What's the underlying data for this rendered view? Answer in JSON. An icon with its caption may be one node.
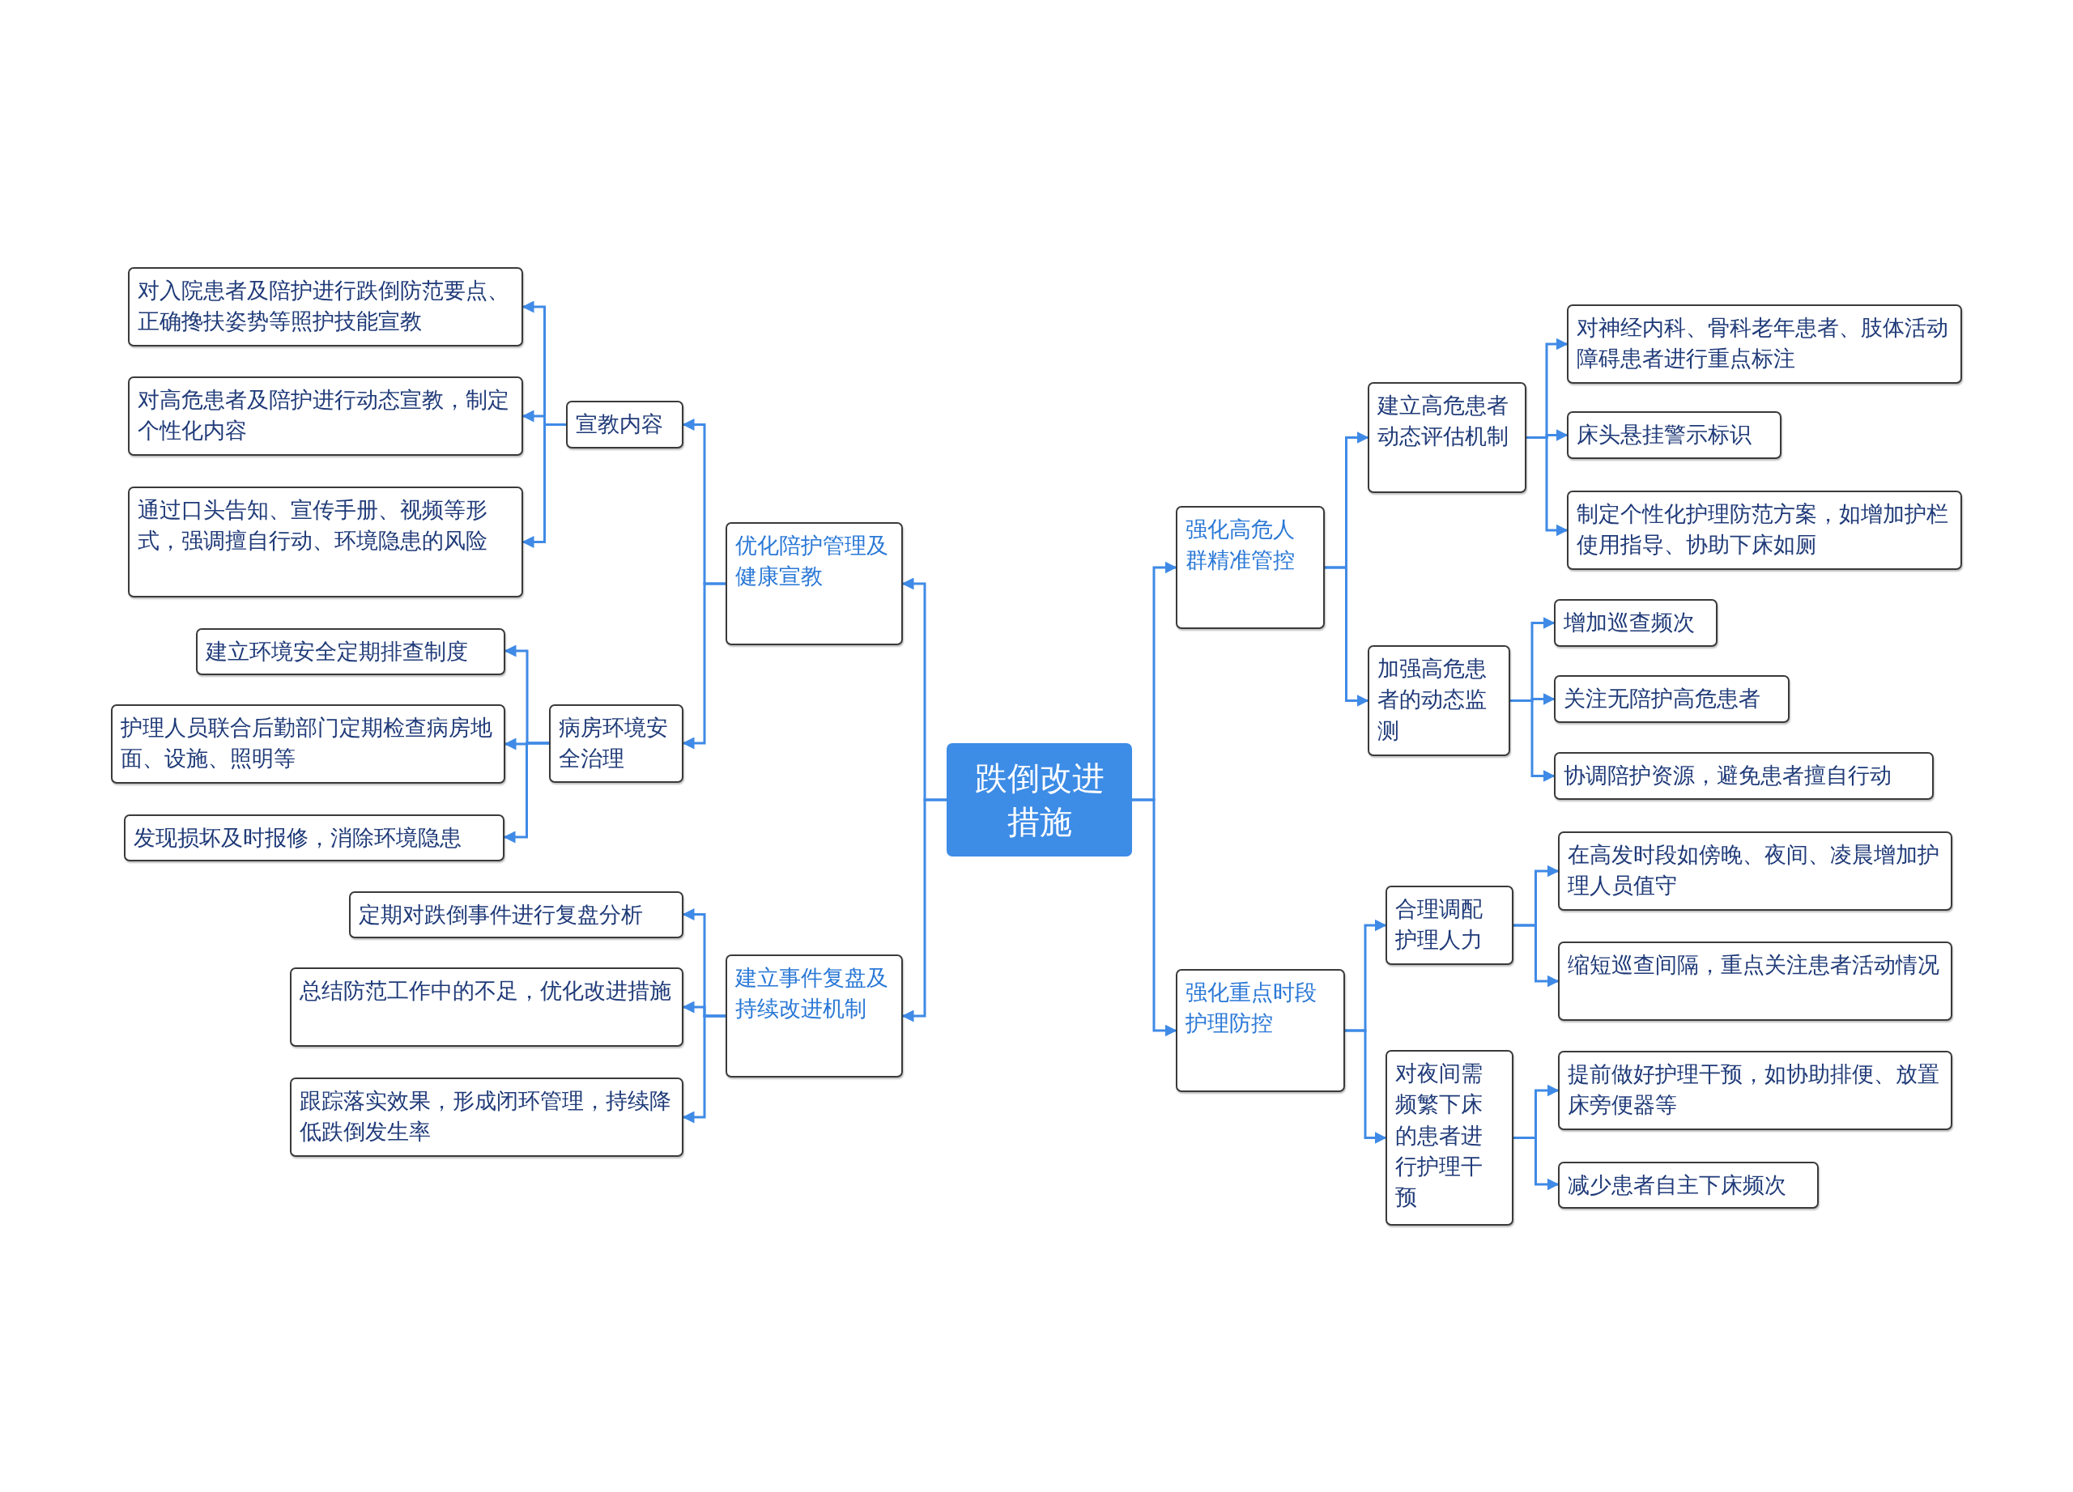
{
  "diagram": {
    "nodes": [
      {
        "text": [
          "跌倒改进措施"
        ]
      },
      {
        "text": [
          "优化陪护管理及健康宣教"
        ]
      },
      {
        "text": [
          "宣教内容"
        ]
      },
      {
        "text": [
          "对入院患者及陪护进行跌倒防范要点、正确搀扶姿势等照护技能宣教"
        ]
      },
      {
        "text": [
          "对高危患者及陪护进行动态宣教，制定个性化内容"
        ]
      },
      {
        "text": [
          "通过口头告知、宣传手册、视频等形式，强调擅自行动、环境隐患的风险"
        ]
      },
      {
        "text": [
          "病房环境安全治理"
        ]
      },
      {
        "text": [
          "建立环境安全定期排查制度"
        ]
      },
      {
        "text": [
          "护理人员联合后勤部门定期检查病房地面、设施、照明等"
        ]
      },
      {
        "text": [
          "发现损坏及时报修，消除环境隐患"
        ]
      },
      {
        "text": [
          "建立事件复盘及持续改进机制"
        ]
      },
      {
        "text": [
          "定期对跌倒事件进行复盘分析"
        ]
      },
      {
        "text": [
          "总结防范工作中的不足，优化改进措施"
        ]
      },
      {
        "text": [
          "跟踪落实效果，形成闭环管理，持续降低跌倒发生率"
        ]
      },
      {
        "text": [
          "强化高危人群精准管控"
        ]
      },
      {
        "text": [
          "建立高危患者动态评估机制"
        ]
      },
      {
        "text": [
          "对神经内科、骨科老年患者、肢体活动障碍患者进行重点标注"
        ]
      },
      {
        "text": [
          "床头悬挂警示标识"
        ]
      },
      {
        "text": [
          "制定个性化护理防范方案，如增加护栏使用指导、协助下床如厕"
        ]
      },
      {
        "text": [
          "加强高危患者的动态监测"
        ]
      },
      {
        "text": [
          "增加巡查频次"
        ]
      },
      {
        "text": [
          "关注无陪护高危患者"
        ]
      },
      {
        "text": [
          "协调陪护资源，避免患者擅自行动"
        ]
      },
      {
        "text": [
          "强化重点时段护理防控"
        ]
      },
      {
        "text": [
          "合理调配护理人力"
        ]
      },
      {
        "text": [
          "在高发时段如傍晚、夜间、凌晨增加护理人员值守"
        ]
      },
      {
        "text": [
          "缩短巡查间隔，重点关注患者活动情况"
        ]
      },
      {
        "text": [
          "对夜间需频繁下床的患者进行护理干预"
        ]
      },
      {
        "text": [
          "提前做好护理干预，如协助排便、放置床旁便器等"
        ]
      },
      {
        "text": [
          "减少患者自主下床频次"
        ]
      }
    ],
    "edges": [
      {
        "from": 0,
        "to": 1,
        "arrow": "to"
      },
      {
        "from": 1,
        "to": 2,
        "arrow": "to"
      },
      {
        "from": 2,
        "to": 3,
        "arrow": "to"
      },
      {
        "from": 2,
        "to": 4,
        "arrow": "to"
      },
      {
        "from": 2,
        "to": 5,
        "arrow": "to"
      },
      {
        "from": 1,
        "to": 6,
        "arrow": "to"
      },
      {
        "from": 6,
        "to": 7,
        "arrow": "to"
      },
      {
        "from": 6,
        "to": 8,
        "arrow": "to"
      },
      {
        "from": 6,
        "to": 9,
        "arrow": "to"
      },
      {
        "from": 0,
        "to": 10,
        "arrow": "to"
      },
      {
        "from": 10,
        "to": 11,
        "arrow": "to"
      },
      {
        "from": 10,
        "to": 12,
        "arrow": "to"
      },
      {
        "from": 10,
        "to": 13,
        "arrow": "to"
      },
      {
        "from": 0,
        "to": 14,
        "arrow": "to"
      },
      {
        "from": 14,
        "to": 15,
        "arrow": "to"
      },
      {
        "from": 15,
        "to": 16,
        "arrow": "to"
      },
      {
        "from": 15,
        "to": 17,
        "arrow": "to"
      },
      {
        "from": 15,
        "to": 18,
        "arrow": "to"
      },
      {
        "from": 14,
        "to": 19,
        "arrow": "to"
      },
      {
        "from": 19,
        "to": 20,
        "arrow": "to"
      },
      {
        "from": 19,
        "to": 21,
        "arrow": "to"
      },
      {
        "from": 19,
        "to": 22,
        "arrow": "to"
      },
      {
        "from": 0,
        "to": 23,
        "arrow": "to"
      },
      {
        "from": 23,
        "to": 24,
        "arrow": "to"
      },
      {
        "from": 24,
        "to": 25,
        "arrow": "to"
      },
      {
        "from": 24,
        "to": 26,
        "arrow": "to"
      },
      {
        "from": 23,
        "to": 27,
        "arrow": "to"
      },
      {
        "from": 27,
        "to": 28,
        "arrow": "to"
      },
      {
        "from": 27,
        "to": 29,
        "arrow": "to"
      }
    ]
  }
}
